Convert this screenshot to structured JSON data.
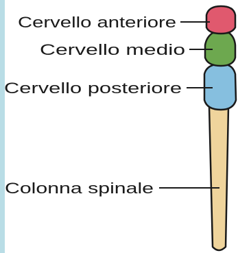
{
  "labels": {
    "forebrain": "Cervello anteriore",
    "midbrain": "Cervello medio",
    "hindbrain": "Cervello posteriore",
    "spinal_cord": "Colonna spinale"
  },
  "colors": {
    "forebrain": "#e0596e",
    "midbrain": "#6da84f",
    "hindbrain": "#86bfdf",
    "spinal_cord": "#efd49c",
    "outline": "#1a1a1a",
    "side_border": "#b9dde6"
  }
}
